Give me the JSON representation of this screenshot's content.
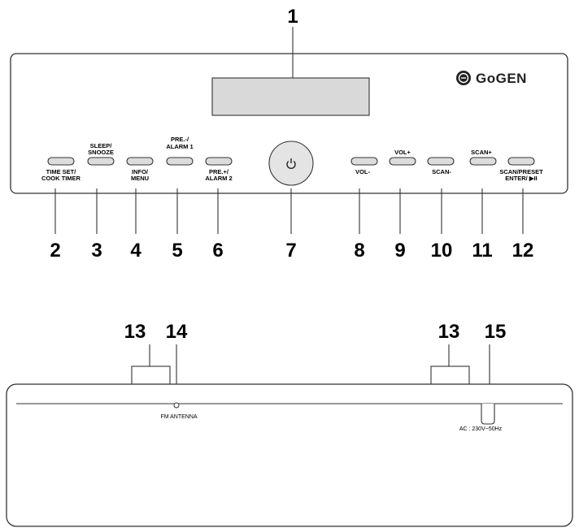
{
  "brand": {
    "name": "GoGEN",
    "logo": "gogen-logo-icon"
  },
  "callouts": {
    "n1": "1",
    "n2": "2",
    "n3": "3",
    "n4": "4",
    "n5": "5",
    "n6": "6",
    "n7": "7",
    "n8": "8",
    "n9": "9",
    "n10": "10",
    "n11": "11",
    "n12": "12",
    "n13a": "13",
    "n13b": "13",
    "n14": "14",
    "n15": "15"
  },
  "buttons": {
    "time_set_1": "TIME SET/",
    "time_set_2": "COOK TIMER",
    "sleep_1": "SLEEP/",
    "sleep_2": "SNOOZE",
    "info_1": "INFO/",
    "info_2": "MENU",
    "pre_minus_1": "PRE.-/",
    "pre_minus_2": "ALARM 1",
    "pre_plus_1": "PRE.+/",
    "pre_plus_2": "ALARM 2",
    "vol_minus": "VOL-",
    "vol_plus": "VOL+",
    "scan_minus": "SCAN-",
    "scan_plus": "SCAN+",
    "scan_preset_1": "SCAN/PRESET",
    "scan_preset_2": "ENTER/ ▶II"
  },
  "rear": {
    "antenna": "FM ANTENNA",
    "ac": "AC : 230V~50Hz"
  },
  "icons": {
    "power": "power-icon"
  }
}
